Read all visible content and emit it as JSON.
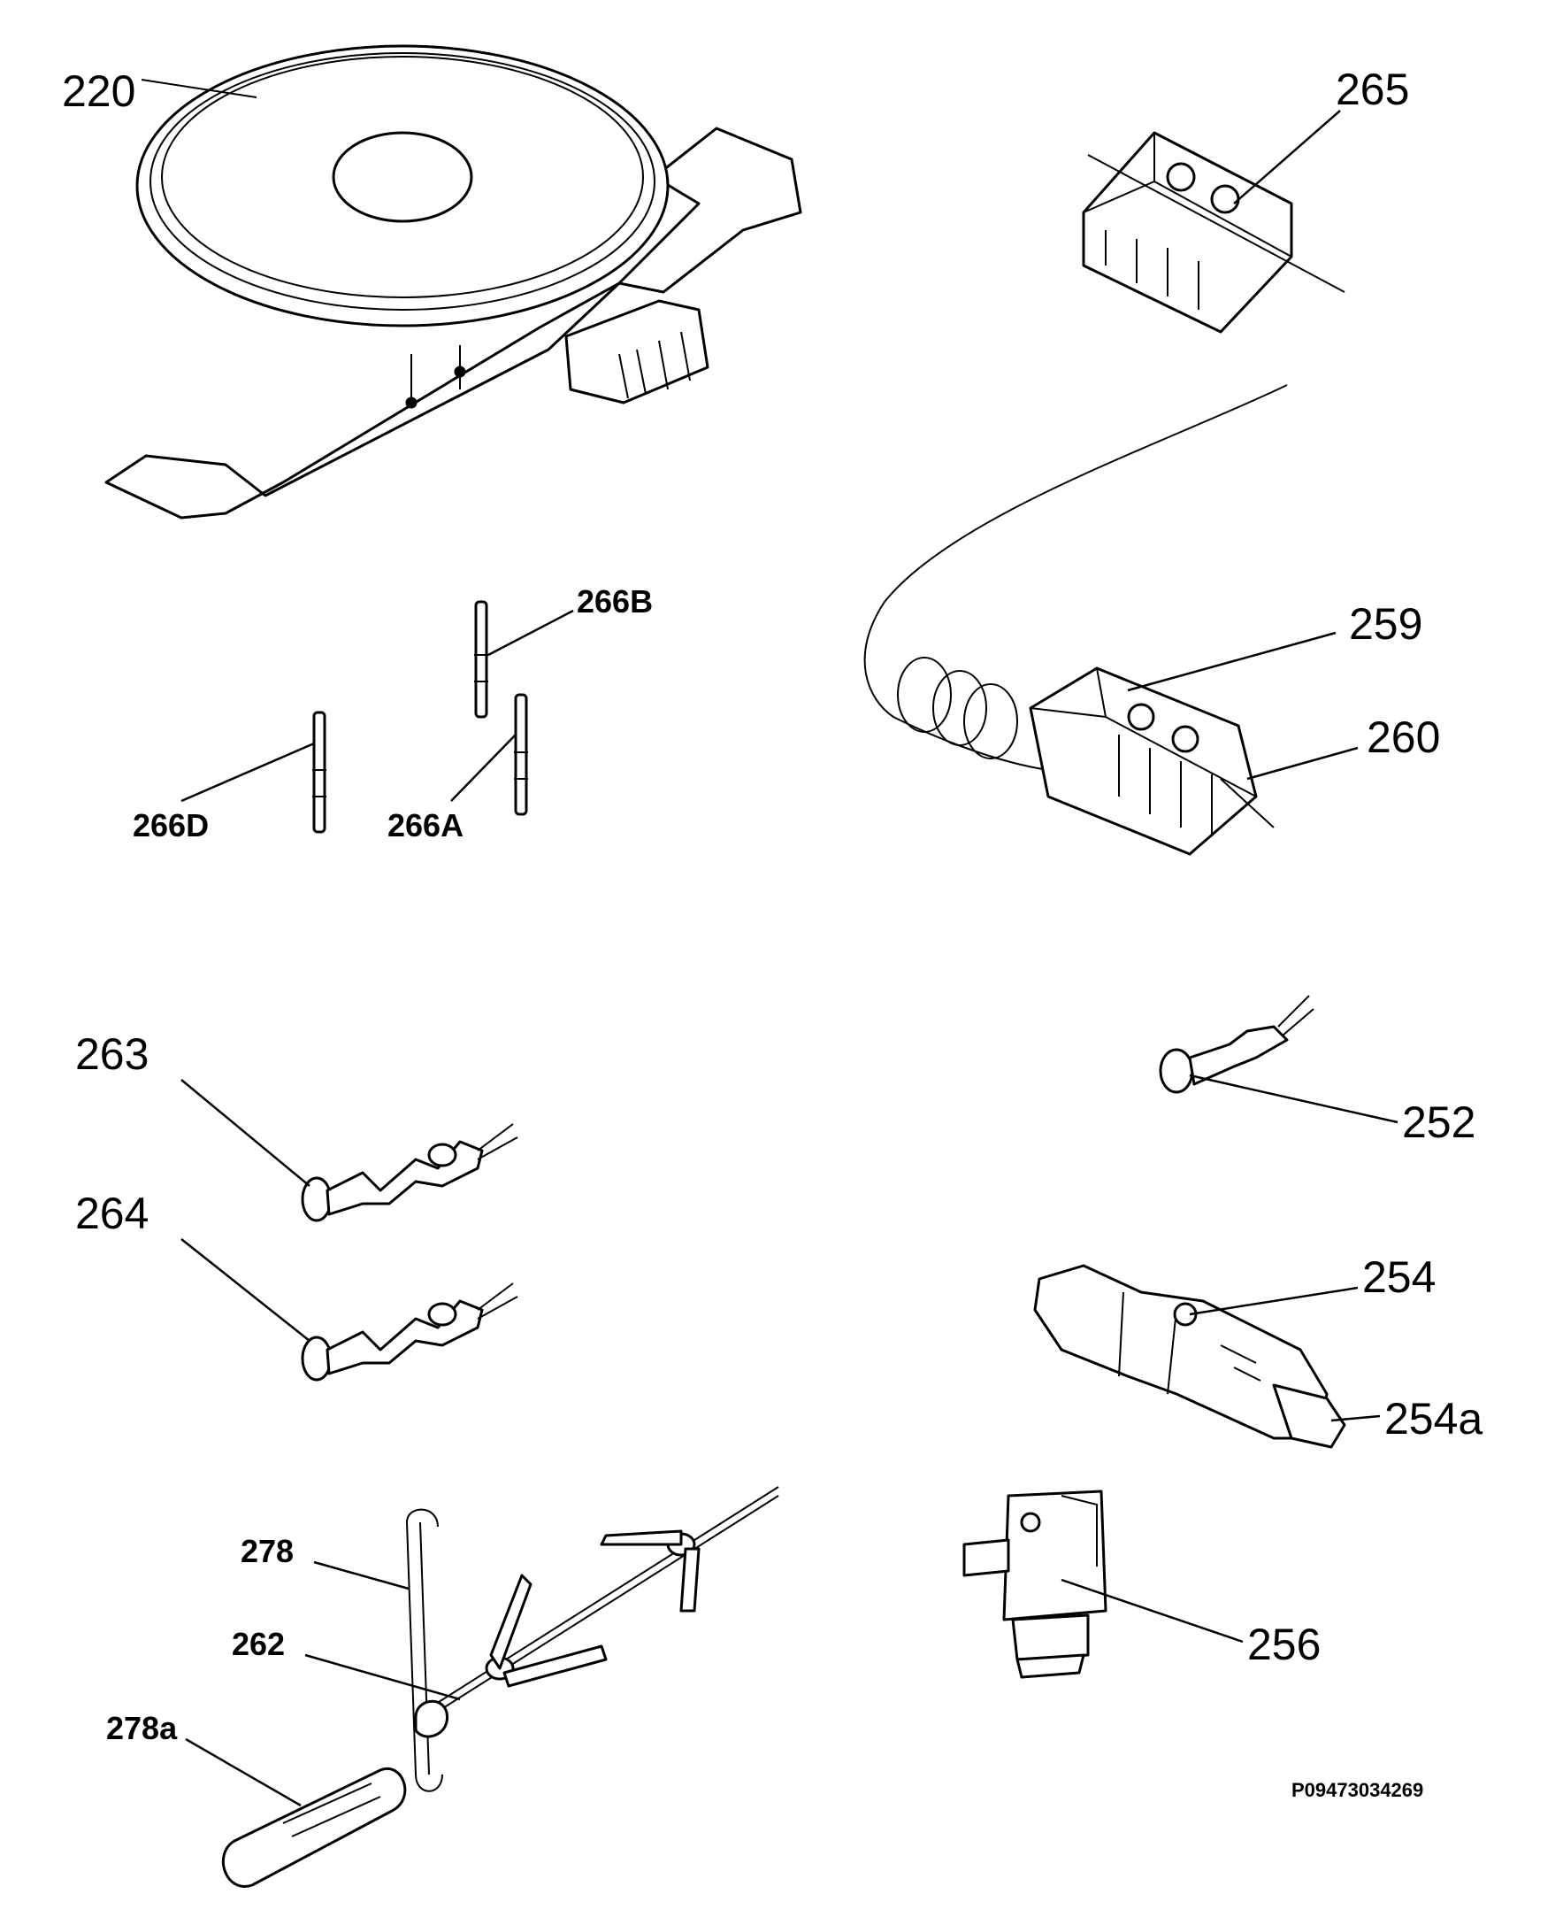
{
  "labels": {
    "p220": "220",
    "p265": "265",
    "p266b": "266B",
    "p266d": "266D",
    "p266a": "266A",
    "p259": "259",
    "p260": "260",
    "p263": "263",
    "p264": "264",
    "p252": "252",
    "p254": "254",
    "p254a": "254a",
    "p278": "278",
    "p262": "262",
    "p278a": "278a",
    "p256": "256"
  },
  "diagram_code": "P09473034269"
}
